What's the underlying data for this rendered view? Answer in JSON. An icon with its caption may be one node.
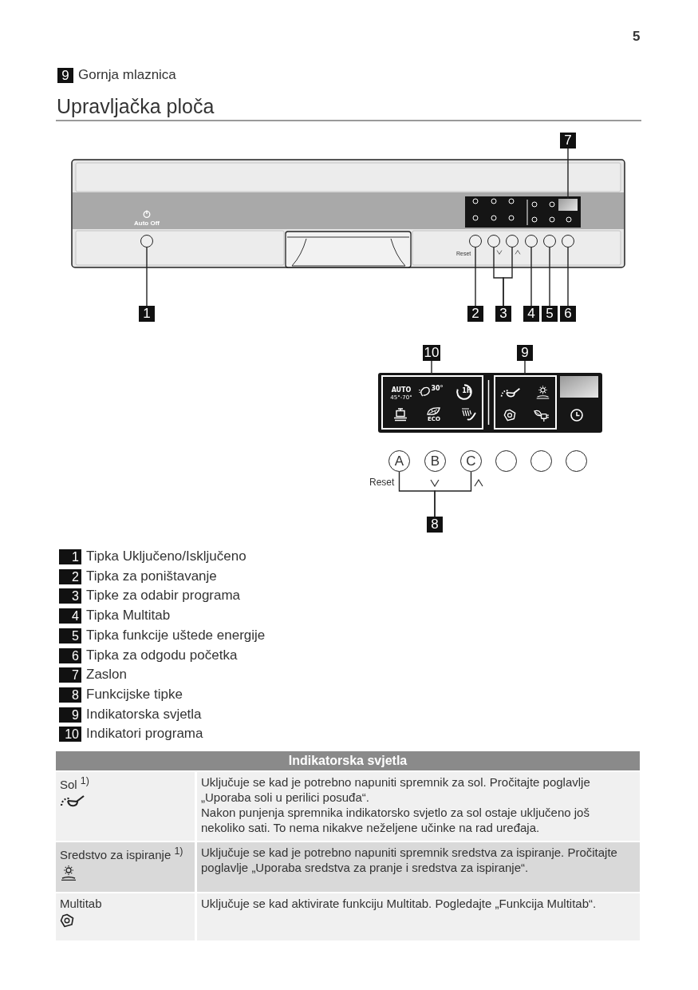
{
  "diagram": {
    "title": "Upravljačka ploča",
    "nodes": [
      {
        "text": [
          "1"
        ]
      },
      {
        "text": [],
        "shape": "circle"
      },
      {
        "text": [
          "2"
        ]
      },
      {
        "text": [],
        "shape": "circle"
      },
      {
        "text": [
          "3"
        ]
      },
      {
        "text": [],
        "shape": "circle"
      },
      {
        "text": [],
        "shape": "circle"
      },
      {
        "text": [
          "4"
        ]
      },
      {
        "text": [],
        "shape": "circle"
      },
      {
        "text": [
          "5"
        ]
      },
      {
        "text": [],
        "shape": "circle"
      },
      {
        "text": [
          "6"
        ]
      },
      {
        "text": [],
        "shape": "circle"
      },
      {
        "text": [
          "7"
        ]
      },
      {
        "text": [],
        "shape": "box"
      },
      {
        "text": [
          "10"
        ]
      },
      {
        "text": [
          "AUTO",
          "45°-70°",
          "30°",
          "1h",
          "ECO"
        ]
      },
      {
        "text": [
          "9"
        ]
      },
      {
        "text": [],
        "shape": "box"
      },
      {
        "text": [
          "A"
        ]
      },
      {
        "text": [
          "B"
        ]
      },
      {
        "text": [
          "C"
        ]
      },
      {
        "text": [],
        "shape": "circle"
      },
      {
        "text": [],
        "shape": "circle"
      },
      {
        "text": [],
        "shape": "circle"
      },
      {
        "text": [
          "8"
        ]
      },
      {
        "text": [
          "9"
        ],
        "beside": [
          "Gornja mlaznica"
        ]
      }
    ],
    "edges": [
      {
        "from": 0,
        "to": 1,
        "arrow": "none"
      },
      {
        "from": 2,
        "to": 3,
        "arrow": "none"
      },
      {
        "from": 4,
        "to": 5,
        "arrow": "none"
      },
      {
        "from": 4,
        "to": 6,
        "arrow": "none"
      },
      {
        "from": 7,
        "to": 8,
        "arrow": "none"
      },
      {
        "from": 9,
        "to": 10,
        "arrow": "none"
      },
      {
        "from": 11,
        "to": 12,
        "arrow": "none"
      },
      {
        "from": 13,
        "to": 14,
        "arrow": "none"
      },
      {
        "from": 15,
        "to": 16,
        "arrow": "none"
      },
      {
        "from": 17,
        "to": 18,
        "arrow": "none"
      },
      {
        "from": 25,
        "to": 19,
        "arrow": "none"
      },
      {
        "from": 25,
        "to": 21,
        "arrow": "none"
      }
    ],
    "labels": [
      "5",
      "Auto Off",
      "Reset",
      "Reset",
      "1",
      "Tipka Uključeno/Isključeno",
      "2",
      "Tipka za poništavanje",
      "3",
      "Tipke za odabir programa",
      "4",
      "Tipka Multitab",
      "5",
      "Tipka funkcije uštede energije",
      "6",
      "Tipka za odgodu početka",
      "7",
      "Zaslon",
      "8",
      "Funkcijske tipke",
      "9",
      "Indikatorska svjetla",
      "10",
      "Indikatori programa",
      "Indikatorska svjetla",
      "Sol $^{1)}$",
      "Uključuje se kad je potrebno napuniti spremnik za sol. Pročitajte poglavlje „Uporaba soli u perilici posuđa“.",
      "Nakon punjenja spremnika indikatorsko svjetlo za sol ostaje uključeno još nekoliko sati. To nema nikakve neželjene učinke na rad uređaja.",
      "Sredstvo za ispiranje $^{1)}$",
      "Uključuje se kad je potrebno napuniti spremnik sredstva za ispiranje. Pročitajte poglavlje „Uporaba sredstva za pranje i sredstva za ispiranje“.",
      "Multitab",
      "Uključuje se kad aktivirate funkciju Multitab. Pogledajte „Funkcija Multitab“."
    ]
  }
}
